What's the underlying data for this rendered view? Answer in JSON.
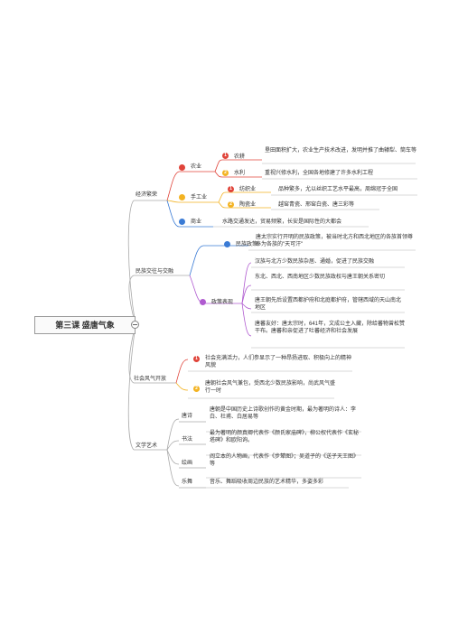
{
  "root": {
    "title": "第三课  盛唐气象"
  },
  "icons": {
    "collapse": "collapse-minus-icon",
    "marker_colors": {
      "red": "#e0443a",
      "yellow": "#f3b322",
      "purple": "#b05bd0",
      "blue": "#3a7bd5"
    }
  },
  "economy": {
    "label": "经济繁荣",
    "agriculture": {
      "label": "农业",
      "items": [
        {
          "num": "1",
          "label": "农耕",
          "text": "垦田面积扩大，农业生产技术改进，发明并推了曲辕犁、筒车等"
        },
        {
          "num": "2",
          "label": "水利",
          "text": "重视兴修水利，全国各地修建了许多水利工程"
        }
      ]
    },
    "handicraft": {
      "label": "手工业",
      "items": [
        {
          "num": "1",
          "label": "纺织业",
          "text": "品种繁多，尤以丝织工艺水平最高，周绵冠于全国"
        },
        {
          "num": "2",
          "label": "陶瓷业",
          "text": "越窑青瓷、邢窑白瓷、唐三彩等"
        }
      ]
    },
    "commerce": {
      "label": "商业",
      "text": "水路交通发达，贸易频繁，长安是国际性的大都会"
    }
  },
  "ethnic": {
    "label": "民族交往与交融",
    "policy": {
      "label": "民族政策",
      "text": "唐太宗实行开明的民族政策，被当时北方和西北地区的各族首领尊奉为各族的\"天可汗\""
    },
    "measures": {
      "label": "政策表现",
      "items": [
        "汉族与北方少数民族杂居、通婚，促进了民族交融",
        "东北、西北、西南地区少数民族政权与唐王朝关系密切",
        "唐王朝先后设置西都护府和北庭都护府，管辖西域的天山南北地区",
        "唐蕃友好：唐太宗时，641年，文成公主入藏，除给蕃物曾松赞干布。唐蕃和亲促进了吐蕃经济和社会发展"
      ]
    }
  },
  "social": {
    "label": "社会风气开放",
    "items": [
      {
        "num": "1",
        "text": "社会充满活力，人们参显示了一种昂扬进取、积极向上的精神风貌"
      },
      {
        "num": "2",
        "text": "唐朝社会风气兼包，受西北少数民族影响，尚武风气盛行一时"
      }
    ]
  },
  "literature": {
    "label": "文学艺术",
    "items": [
      {
        "label": "唐诗",
        "text": "唐朝是中国历史上诗歌创作的黄金时期，最为著明的诗人：李白、杜甫、白居易等"
      },
      {
        "label": "书法",
        "text": "最为著明的颜真卿代表作《颜氏家庙碑》，柳公权代表作《玄秘塔碑》和欧阳询。"
      },
      {
        "label": "绘画",
        "text": "阎立本的人物画，代表作《步辇图》；吴道子的《送子天王图》等"
      },
      {
        "label": "乐舞",
        "text": "音乐、舞蹈吸收周边民族的艺术精华，多姿多彩"
      }
    ]
  }
}
